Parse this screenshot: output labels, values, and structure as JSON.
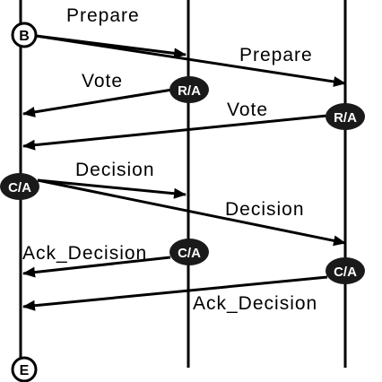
{
  "messages": {
    "prepare_1": "Prepare",
    "prepare_2": "Prepare",
    "vote_1": "Vote",
    "vote_2": "Vote",
    "decision_1": "Decision",
    "decision_2": "Decision",
    "ack_1": "Ack_Decision",
    "ack_2": "Ack_Decision"
  },
  "nodes": {
    "begin": "B",
    "end": "E",
    "ra_1": "R/A",
    "ra_2": "R/A",
    "ca_coord": "C/A",
    "ca_1": "C/A",
    "ca_2": "C/A"
  },
  "colors": {
    "line": "#000000",
    "node_fill": "#1a1a1a",
    "node_text": "#ffffff",
    "background": "#ffffff"
  }
}
